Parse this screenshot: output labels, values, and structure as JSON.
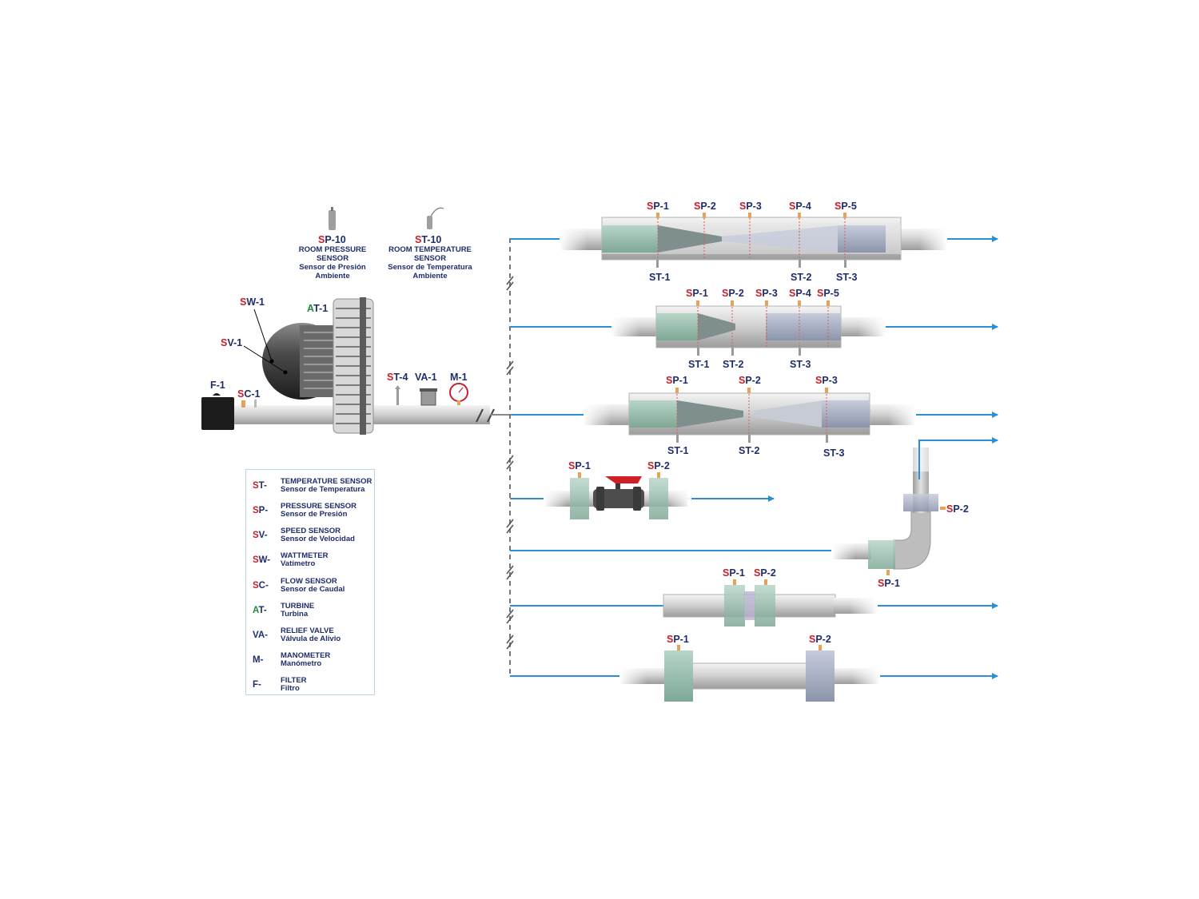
{
  "left_unit": {
    "sp10": {
      "code_a": "S",
      "code_b": "P-10",
      "line1": "ROOM PRESSURE",
      "line2": "SENSOR",
      "line3": "Sensor de Presión",
      "line4": "Ambiente"
    },
    "st10": {
      "code_a": "S",
      "code_b": "T-10",
      "line1": "ROOM TEMPERATURE",
      "line2": "SENSOR",
      "line3": "Sensor de Temperatura",
      "line4": "Ambiente"
    },
    "sw1": {
      "a": "S",
      "b": "W-1"
    },
    "sv1": {
      "a": "S",
      "b": "V-1"
    },
    "at1": {
      "a": "A",
      "b": "T-1"
    },
    "f1": "F-1",
    "sc1": {
      "a": "S",
      "b": "C-1"
    },
    "st4": {
      "a": "S",
      "b": "T-4"
    },
    "va1": "VA-1",
    "m1": "M-1"
  },
  "legend": [
    {
      "code_a": "S",
      "code_b": "T-",
      "color": "r",
      "en": "TEMPERATURE SENSOR",
      "es": "Sensor de Temperatura"
    },
    {
      "code_a": "S",
      "code_b": "P-",
      "color": "r",
      "en": "PRESSURE SENSOR",
      "es": "Sensor de Presión"
    },
    {
      "code_a": "S",
      "code_b": "V-",
      "color": "r",
      "en": "SPEED SENSOR",
      "es": "Sensor de Velocidad"
    },
    {
      "code_a": "S",
      "code_b": "W-",
      "color": "r",
      "en": "WATTMETER",
      "es": "Vatímetro"
    },
    {
      "code_a": "S",
      "code_b": "C-",
      "color": "r",
      "en": "FLOW SENSOR",
      "es": "Sensor de Caudal"
    },
    {
      "code_a": "A",
      "code_b": "T-",
      "color": "g",
      "en": "TURBINE",
      "es": "Turbina"
    },
    {
      "code_a": "",
      "code_b": "VA-",
      "color": "n",
      "en": "RELIEF VALVE",
      "es": "Válvula de Alivio"
    },
    {
      "code_a": "",
      "code_b": "M-",
      "color": "n",
      "en": "MANOMETER",
      "es": "Manómetro"
    },
    {
      "code_a": "",
      "code_b": "F-",
      "color": "n",
      "en": "FILTER",
      "es": "Filtro"
    }
  ],
  "venturi_long": {
    "top": [
      {
        "a": "S",
        "b": "P-1"
      },
      {
        "a": "S",
        "b": "P-2"
      },
      {
        "a": "S",
        "b": "P-3"
      },
      {
        "a": "S",
        "b": "P-4"
      },
      {
        "a": "S",
        "b": "P-5"
      }
    ],
    "bottom": [
      {
        "a": "S",
        "b": "T-1"
      },
      {
        "a": "S",
        "b": "T-2"
      },
      {
        "a": "S",
        "b": "T-3"
      }
    ]
  },
  "venturi_short": {
    "top": [
      {
        "a": "S",
        "b": "P-1"
      },
      {
        "a": "S",
        "b": "P-2"
      },
      {
        "a": "S",
        "b": "P-3"
      },
      {
        "a": "S",
        "b": "P-4"
      },
      {
        "a": "S",
        "b": "P-5"
      }
    ],
    "bottom": [
      {
        "a": "S",
        "b": "T-1"
      },
      {
        "a": "S",
        "b": "T-2"
      },
      {
        "a": "S",
        "b": "T-3"
      }
    ]
  },
  "venturi_sym": {
    "top": [
      {
        "a": "S",
        "b": "P-1"
      },
      {
        "a": "S",
        "b": "P-2"
      },
      {
        "a": "S",
        "b": "P-3"
      }
    ],
    "bottom": [
      {
        "a": "S",
        "b": "T-1"
      },
      {
        "a": "S",
        "b": "T-2"
      },
      {
        "a": "S",
        "b": "T-3"
      }
    ]
  },
  "valve": [
    {
      "a": "S",
      "b": "P-1"
    },
    {
      "a": "S",
      "b": "P-2"
    }
  ],
  "elbow": [
    {
      "a": "S",
      "b": "P-2"
    },
    {
      "a": "S",
      "b": "P-1"
    }
  ],
  "orifice": [
    {
      "a": "S",
      "b": "P-1"
    },
    {
      "a": "S",
      "b": "P-2"
    }
  ],
  "pipe": [
    {
      "a": "S",
      "b": "P-1"
    },
    {
      "a": "S",
      "b": "P-2"
    }
  ]
}
